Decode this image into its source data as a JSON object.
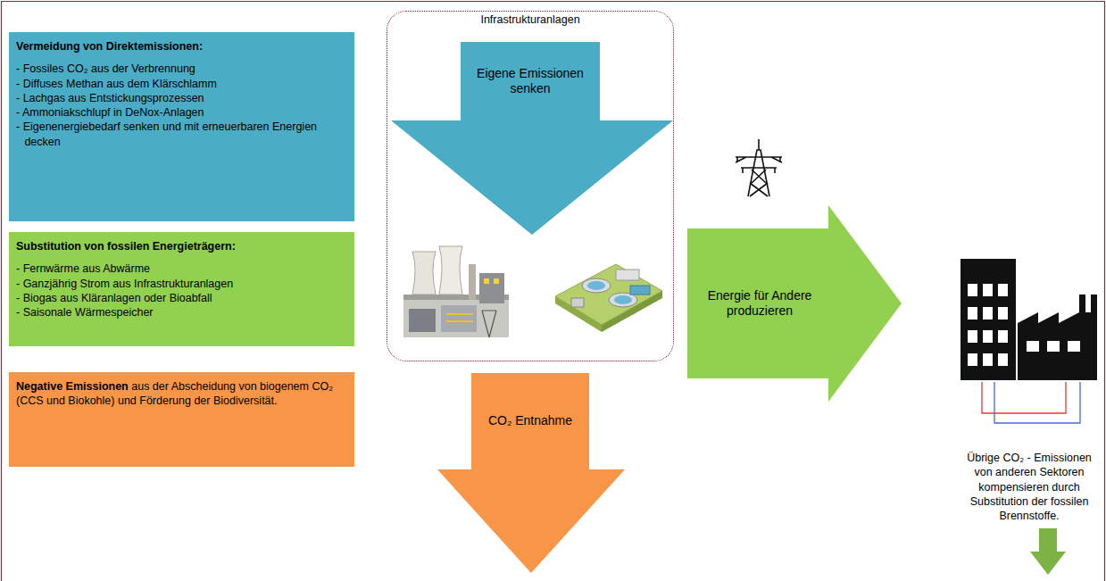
{
  "diagram": {
    "nodes": [
      {
        "text": [
          "Vermeidung von Direktemissionen:",
          "- Fossiles CO₂ aus der Verbrennung",
          "- Diffuses Methan aus dem Klärschlamm",
          "- Lachgas aus Entstickungsprozessen",
          "- Ammoniakschlupf in DeNox-Anlagen",
          "- Eigenenergiebedarf senken und mit erneuerbaren Energien decken"
        ]
      },
      {
        "text": [
          "Substitution von fossilen Energieträgern:",
          "- Fernwärme aus Abwärme",
          "- Ganzjährig Strom aus Infrastrukturanlagen",
          "- Biogas aus Kläranlagen oder Bioabfall",
          "- Saisonale Wärmespeicher"
        ]
      },
      {
        "text": [
          "Negative Emissionen",
          "aus der Abscheidung von biogenem CO₂ (CCS und Biokohle) und Förderung der Biodiversität."
        ]
      },
      {
        "text": [
          "Infrastrukturanlagen"
        ]
      },
      {
        "text": [
          "Eigene Emissionen senken"
        ],
        "in": 3
      },
      {
        "text": [
          "CO₂ Entnahme"
        ]
      },
      {
        "text": [
          "Energie für Andere produzieren"
        ]
      }
    ],
    "labels": [
      "Übrige CO₂ - Emissionen von anderen Sektoren kompensieren durch Substitution der fossilen Brennstoffe."
    ]
  }
}
